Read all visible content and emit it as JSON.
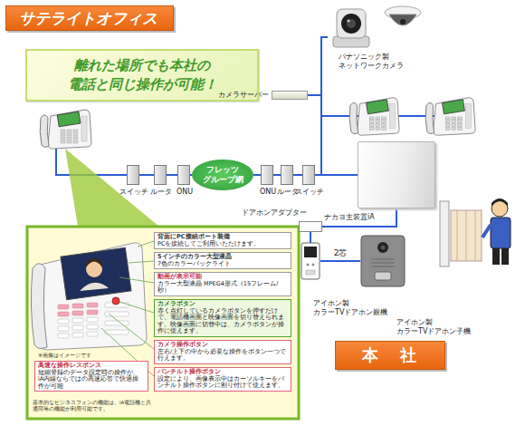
{
  "diagram": {
    "nodes": [
      {
        "text": [
          "サテライトオフィス"
        ]
      },
      {
        "text": [
          "離れた場所でも本社の 電話と同じ操作が可能！"
        ]
      },
      {
        "text": [
          "スイッチ"
        ]
      },
      {
        "text": [
          "ルータ"
        ]
      },
      {
        "text": [
          "ONU"
        ]
      },
      {
        "text": [
          "フレッツ グループ網"
        ]
      },
      {
        "text": [
          "ONU"
        ]
      },
      {
        "text": [
          "ルータ"
        ]
      },
      {
        "text": [
          "スイッチ"
        ]
      },
      {
        "text": [
          "カメラサーバー"
        ]
      },
      {
        "text": [
          "パナソニック製 ネットワークカメラ"
        ]
      },
      {
        "text": [
          "ナカヨ主装置iA"
        ]
      },
      {
        "text": [
          "ドアホンアダプター"
        ]
      },
      {
        "text": [
          "アイホン製 カラーTVドアホン親機"
        ]
      },
      {
        "text": [
          "アイホン製 カラーTVドアホン子機"
        ]
      },
      {
        "text": [
          "本　社"
        ]
      },
      {
        "text": [
          "背面にPC接続ポート装備",
          "PCを接続してご利用いただけます。"
        ]
      },
      {
        "text": [
          "5インチのカラー大型液晶",
          "7色のカラーバックライト"
        ]
      },
      {
        "text": [
          "動画が表示可能",
          "カラー大型液晶 MPEG4形式（15フレーム/秒）"
        ]
      },
      {
        "text": [
          "カメラボタン",
          "赤く点灯しているカメラボタンを押すだけで、電話機画面と映像画面を切り替えられます。映像画面に切替中は、カメラボタンが操作に使えます。"
        ]
      },
      {
        "text": [
          "カメラ操作ボタン",
          "左右/上下の中から必要な操作をボタン一つで行えます。"
        ]
      },
      {
        "text": [
          "パンチルト操作ボタン",
          "設定により、画像表示中はカーソルキーをパンチルト操作ボタンに割り付けて使えます。"
        ]
      },
      {
        "text": [
          "高速な操作レスポンス",
          "短縮登録のデータ設定時の操作が、iA内線ならではの高速応答で快適操作が可能"
        ]
      }
    ],
    "edges": [
      {
        "from": 2,
        "to": 3,
        "arrow": "none"
      },
      {
        "from": 3,
        "to": 4,
        "arrow": "none"
      },
      {
        "from": 4,
        "to": 5,
        "arrow": "none"
      },
      {
        "from": 5,
        "to": 6,
        "arrow": "none"
      },
      {
        "from": 6,
        "to": 7,
        "arrow": "none"
      },
      {
        "from": 7,
        "to": 8,
        "arrow": "none"
      },
      {
        "from": 8,
        "to": 9,
        "arrow": "none"
      },
      {
        "from": 9,
        "to": 10,
        "arrow": "none"
      },
      {
        "from": 8,
        "to": 11,
        "arrow": "none"
      },
      {
        "from": 11,
        "to": 12,
        "arrow": "none"
      },
      {
        "from": 12,
        "to": 13,
        "arrow": "none"
      },
      {
        "from": 13,
        "to": 14,
        "label": "2芯",
        "arrow": "none"
      }
    ],
    "labels": [
      "※画像はイメージです",
      "基本的なビジネスフォンの機能は、iA電話機と共通同等の機能が利用可能です。"
    ]
  }
}
